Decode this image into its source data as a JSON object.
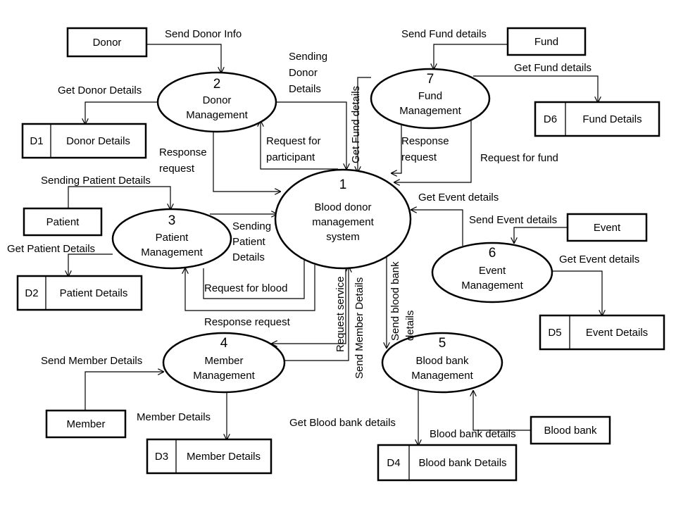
{
  "processes": [
    {
      "id": "p1",
      "num": "1",
      "lines": [
        "Blood donor",
        "management",
        "system"
      ]
    },
    {
      "id": "p2",
      "num": "2",
      "lines": [
        "Donor",
        "Management"
      ]
    },
    {
      "id": "p3",
      "num": "3",
      "lines": [
        "Patient",
        "Management"
      ]
    },
    {
      "id": "p4",
      "num": "4",
      "lines": [
        "Member",
        "Management"
      ]
    },
    {
      "id": "p5",
      "num": "5",
      "lines": [
        "Blood bank",
        "Management"
      ]
    },
    {
      "id": "p6",
      "num": "6",
      "lines": [
        "Event",
        "Management"
      ]
    },
    {
      "id": "p7",
      "num": "7",
      "lines": [
        "Fund",
        "Management"
      ]
    }
  ],
  "entities": [
    {
      "id": "donor",
      "label": "Donor"
    },
    {
      "id": "patient",
      "label": "Patient"
    },
    {
      "id": "member",
      "label": "Member"
    },
    {
      "id": "fund",
      "label": "Fund"
    },
    {
      "id": "event",
      "label": "Event"
    },
    {
      "id": "bloodbank",
      "label": "Blood bank"
    }
  ],
  "stores": [
    {
      "id": "d1",
      "code": "D1",
      "name": "Donor Details"
    },
    {
      "id": "d2",
      "code": "D2",
      "name": "Patient Details"
    },
    {
      "id": "d3",
      "code": "D3",
      "name": "Member Details"
    },
    {
      "id": "d4",
      "code": "D4",
      "name": "Blood bank Details"
    },
    {
      "id": "d5",
      "code": "D5",
      "name": "Event Details"
    },
    {
      "id": "d6",
      "code": "D6",
      "name": "Fund Details"
    }
  ],
  "flows": [
    {
      "id": "f1",
      "lines": [
        "Send Donor Info"
      ]
    },
    {
      "id": "f2",
      "lines": [
        "Get Donor Details"
      ]
    },
    {
      "id": "f3",
      "lines": [
        "Sending",
        "Donor",
        "Details"
      ]
    },
    {
      "id": "f4",
      "lines": [
        "Request for",
        "participant"
      ]
    },
    {
      "id": "f5",
      "lines": [
        "Response",
        "request"
      ]
    },
    {
      "id": "f6",
      "lines": [
        "Get Fund details"
      ]
    },
    {
      "id": "f7",
      "lines": [
        "Send Fund details"
      ]
    },
    {
      "id": "f8",
      "lines": [
        "Get Fund details"
      ]
    },
    {
      "id": "f9",
      "lines": [
        "Response",
        "request"
      ]
    },
    {
      "id": "f10",
      "lines": [
        "Request for fund"
      ]
    },
    {
      "id": "f11",
      "lines": [
        "Sending Patient Details"
      ]
    },
    {
      "id": "f12",
      "lines": [
        "Get Patient Details"
      ]
    },
    {
      "id": "f13",
      "lines": [
        "Sending",
        "Patient",
        "Details"
      ]
    },
    {
      "id": "f14",
      "lines": [
        "Request for blood"
      ]
    },
    {
      "id": "f15",
      "lines": [
        "Response request"
      ]
    },
    {
      "id": "f16",
      "lines": [
        "Get Event details"
      ]
    },
    {
      "id": "f17",
      "lines": [
        "Send Event details"
      ]
    },
    {
      "id": "f18",
      "lines": [
        "Get Event details"
      ]
    },
    {
      "id": "f19",
      "lines": [
        "Request  service"
      ]
    },
    {
      "id": "f20",
      "lines": [
        "Send Member Details"
      ]
    },
    {
      "id": "f21",
      "lines": [
        "Send blood bank",
        "details"
      ]
    },
    {
      "id": "f22",
      "lines": [
        "Send Member Details"
      ]
    },
    {
      "id": "f23",
      "lines": [
        "Member Details"
      ]
    },
    {
      "id": "f24",
      "lines": [
        "Get Blood bank details"
      ]
    },
    {
      "id": "f25",
      "lines": [
        "Blood bank details"
      ]
    }
  ]
}
